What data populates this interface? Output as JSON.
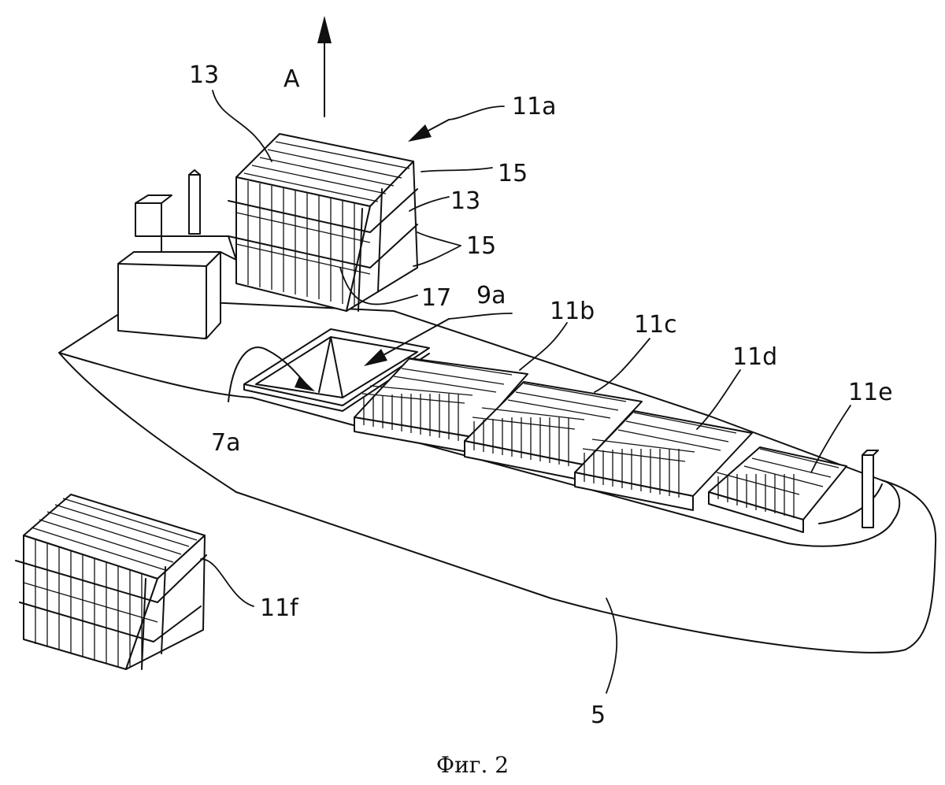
{
  "labels": {
    "arrow": "A",
    "b13a": "13",
    "b13b": "13",
    "b11a": "11a",
    "b15a": "15",
    "b15b": "15",
    "b17": "17",
    "b9a": "9a",
    "b7a": "7a",
    "b11b": "11b",
    "b11c": "11c",
    "b11d": "11d",
    "b11e": "11e",
    "b11f": "11f",
    "b5": "5"
  },
  "caption": "Фиг. 2"
}
